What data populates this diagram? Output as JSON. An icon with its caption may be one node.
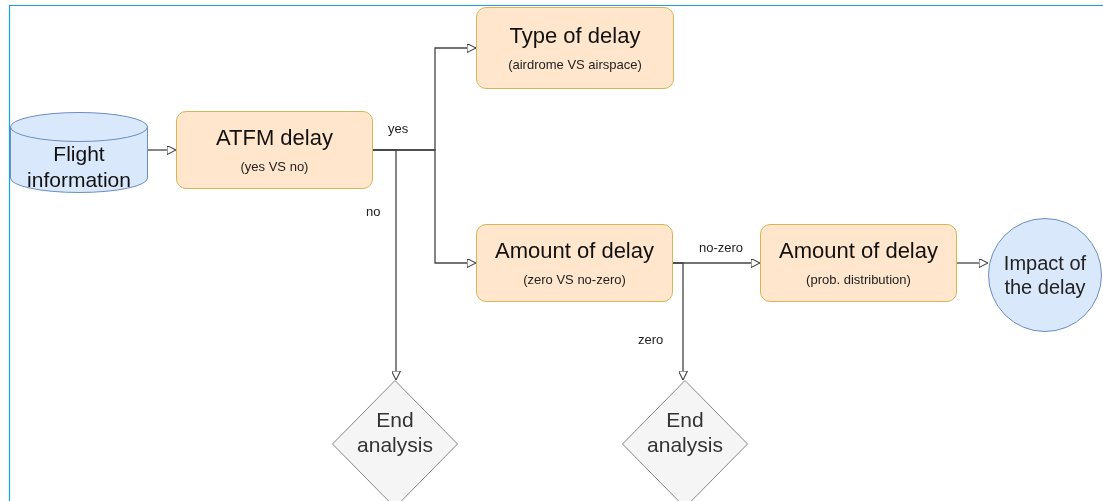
{
  "diagram": {
    "nodes": [
      {
        "text": [
          "Flight information"
        ]
      },
      {
        "text": [
          "ATFM delay",
          "(yes VS no)"
        ]
      },
      {
        "text": [
          "Type of delay",
          "(airdrome VS airspace)"
        ]
      },
      {
        "text": [
          "Amount of delay",
          "(zero VS no-zero)"
        ]
      },
      {
        "text": [
          "Amount of delay",
          "(prob. distribution)"
        ]
      },
      {
        "text": [
          "Impact of the delay"
        ]
      },
      {
        "text": [
          "End analysis"
        ]
      },
      {
        "text": [
          "End analysis"
        ]
      }
    ],
    "edges": [
      {
        "from": 0,
        "to": 1,
        "arrow": "to"
      },
      {
        "from": 1,
        "to": 2,
        "arrow": "to",
        "label": "yes"
      },
      {
        "from": 1,
        "to": 3,
        "arrow": "to"
      },
      {
        "from": 1,
        "to": 6,
        "arrow": "to",
        "label": "no"
      },
      {
        "from": 3,
        "to": 4,
        "arrow": "to",
        "label": "no-zero"
      },
      {
        "from": 3,
        "to": 7,
        "arrow": "to",
        "label": "zero"
      },
      {
        "from": 4,
        "to": 5,
        "arrow": "to"
      }
    ]
  }
}
